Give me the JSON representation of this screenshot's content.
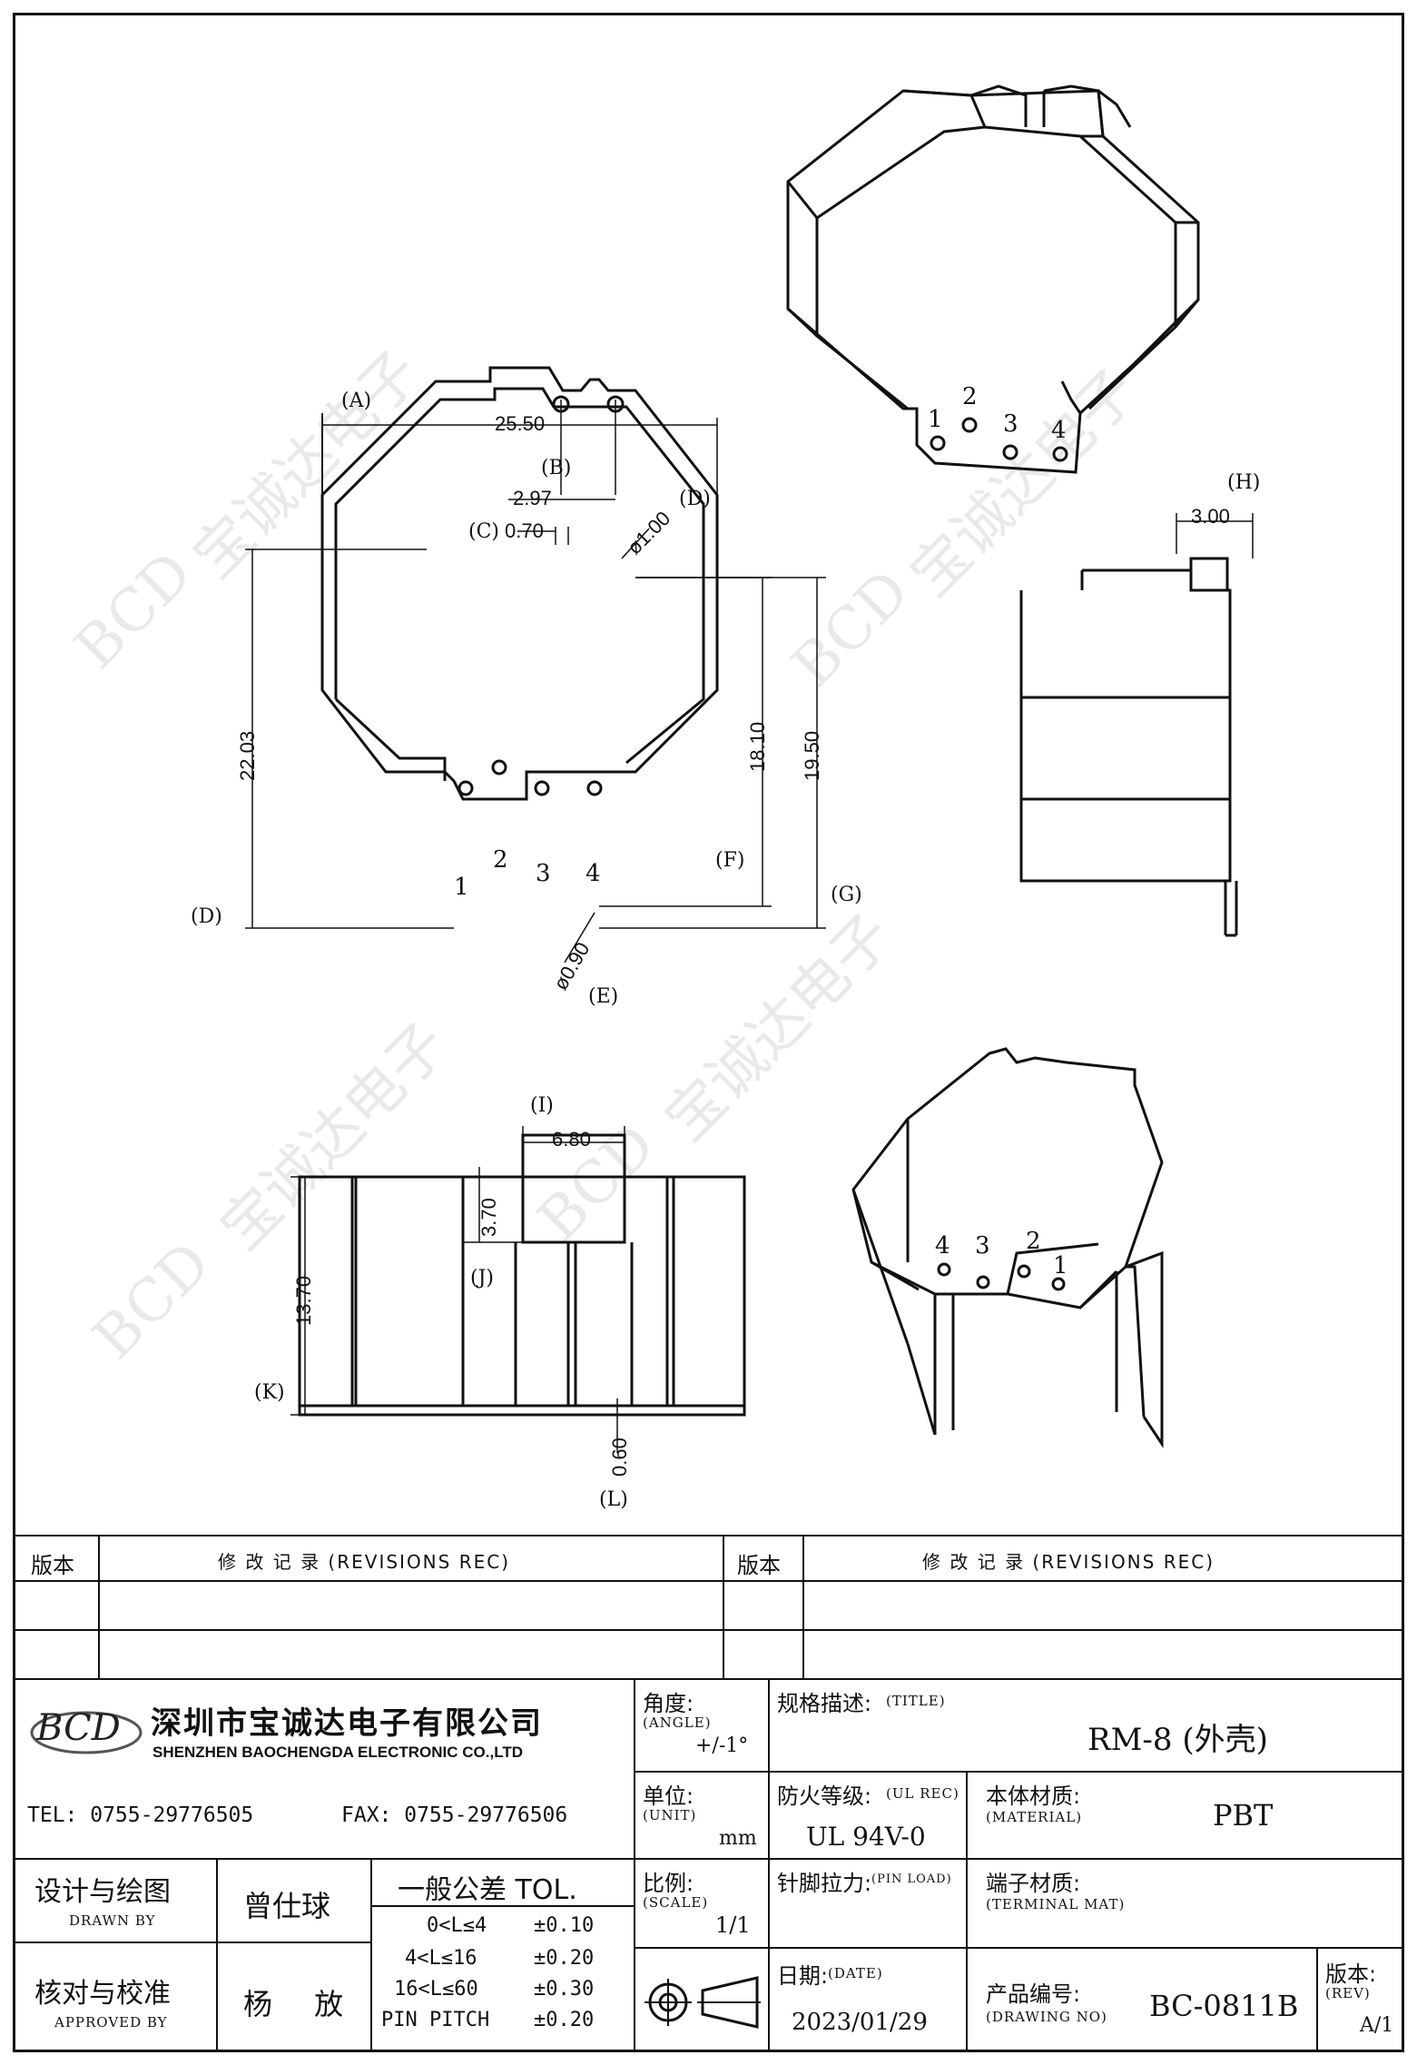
{
  "watermark": {
    "brand": "BCD",
    "text": "宝诚达电子"
  },
  "top_view": {
    "labels": [
      "(A)",
      "(B)",
      "(C)",
      "(D)",
      "(D)",
      "(E)",
      "(F)",
      "(G)"
    ],
    "dims": {
      "A": "25.50",
      "B": "2.97",
      "C": "0.70",
      "D_hole": "ø1.00",
      "height": "22.03",
      "F": "18.10",
      "G": "19.50",
      "E": "ø0.90"
    },
    "pins": [
      "1",
      "2",
      "3",
      "4"
    ]
  },
  "iso_top": {
    "pins": [
      "1",
      "2",
      "3",
      "4"
    ]
  },
  "side_view": {
    "label": "(H)",
    "dim": "3.00"
  },
  "front_view": {
    "labels": [
      "(I)",
      "(J)",
      "(K)",
      "(L)"
    ],
    "dims": {
      "I": "6.80",
      "J": "3.70",
      "K": "13.70",
      "L": "0.60"
    }
  },
  "iso_bottom": {
    "pins": [
      "4",
      "3",
      "2",
      "1"
    ]
  },
  "revisions": {
    "col1_head": "版本",
    "col2_head": "修 改 记 录 (REVISIONS REC)",
    "col3_head": "版本",
    "col4_head": "修 改 记 录 (REVISIONS REC)"
  },
  "company": {
    "logo": "BCD",
    "name_cn": "深圳市宝诚达电子有限公司",
    "name_en": "SHENZHEN BAOCHENGDA ELECTRONIC CO.,LTD",
    "tel": "TEL: 0755-29776505",
    "fax": "FAX: 0755-29776506"
  },
  "fields": {
    "angle_cn": "角度:",
    "angle_en": "(ANGLE)",
    "angle_val": "+/-1°",
    "title_cn": "规格描述:",
    "title_en": "(TITLE)",
    "title_val": "RM-8 (外壳)",
    "unit_cn": "单位:",
    "unit_en": "(UNIT)",
    "unit_val": "mm",
    "ul_cn": "防火等级:",
    "ul_en": "(UL REC)",
    "ul_val": "UL 94V-0",
    "mat_cn": "本体材质:",
    "mat_en": "(MATERIAL)",
    "mat_val": "PBT",
    "scale_cn": "比例:",
    "scale_en": "(SCALE)",
    "scale_val": "1/1",
    "pinload_cn": "针脚拉力:",
    "pinload_en": "(PIN LOAD)",
    "term_cn": "端子材质:",
    "term_en": "(TERMINAL MAT)",
    "date_cn": "日期:",
    "date_en": "(DATE)",
    "date_val": "2023/01/29",
    "dwg_cn": "产品编号:",
    "dwg_en": "(DRAWING NO)",
    "dwg_val": "BC-0811B",
    "rev_cn": "版本:",
    "rev_en": "(REV)",
    "rev_val": "A/1",
    "drawn_cn": "设计与绘图",
    "drawn_en": "DRAWN BY",
    "drawn_val": "曾仕球",
    "appr_cn": "核对与校准",
    "appr_en": "APPROVED BY",
    "appr_val": "杨 放",
    "tol_head": "一般公差 TOL.",
    "tol_rows": [
      {
        "range": "0<L≤4",
        "val": "±0.10"
      },
      {
        "range": "4<L≤16",
        "val": "±0.20"
      },
      {
        "range": "16<L≤60",
        "val": "±0.30"
      },
      {
        "range": "PIN PITCH",
        "val": "±0.20"
      }
    ]
  }
}
